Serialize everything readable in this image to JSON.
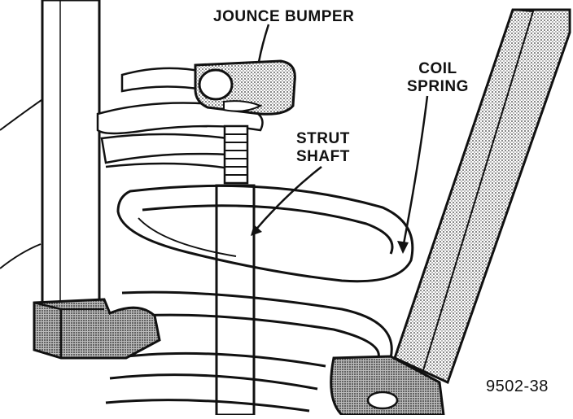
{
  "labels": {
    "jounce_bumper": "JOUNCE BUMPER",
    "coil_line1": "COIL",
    "coil_line2": "SPRING",
    "strut_line1": "STRUT",
    "strut_line2": "SHAFT"
  },
  "figure_number": "9502-38",
  "colors": {
    "ink": "#111111",
    "paper": "#ffffff",
    "shade": "#777777"
  }
}
